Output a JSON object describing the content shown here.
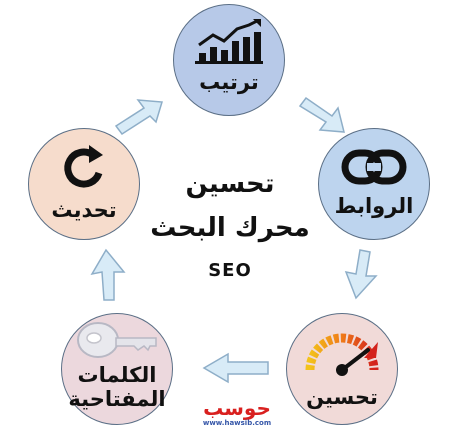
{
  "center": {
    "title_line1": "تحسين",
    "title_line2": "محرك البحث",
    "seo": "SEO"
  },
  "nodes": {
    "rank": {
      "label": "ترتيب",
      "icon": "bar-chart-growth-icon",
      "color": "#b7c9e8"
    },
    "links": {
      "label": "الروابط",
      "icon": "chain-link-icon",
      "color": "#bdd4ee"
    },
    "improve": {
      "label": "تحسين",
      "icon": "speedometer-gauge-icon",
      "color": "#f1dad8"
    },
    "keywords": {
      "label_line1": "الكلمات",
      "label_line2": "المفتاحية",
      "icon": "key-icon",
      "color": "#ecd8dd"
    },
    "update": {
      "label": "تحديث",
      "icon": "refresh-cycle-icon",
      "color": "#f6dccc"
    }
  },
  "watermark": {
    "brand": "حوسب",
    "url": "www.hawsib.com"
  },
  "colors": {
    "arrow_fill": "#d8ebf7",
    "arrow_stroke": "#8eaec8",
    "node_border": "#5b6f86",
    "brand": "#d9201f"
  }
}
